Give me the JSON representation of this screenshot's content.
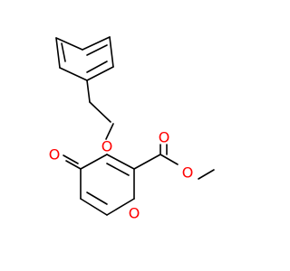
{
  "atoms": {
    "ether_oxygen": {
      "symbol": "O",
      "color": "#ff0000"
    },
    "ketone_oxygen": {
      "symbol": "O",
      "color": "#ff0000"
    },
    "ring_oxygen": {
      "symbol": "O",
      "color": "#ff0000"
    },
    "carbonyl_oxygen": {
      "symbol": "O",
      "color": "#ff0000"
    },
    "ester_oxygen": {
      "symbol": "O",
      "color": "#ff0000"
    }
  },
  "bond_color": "#000000"
}
